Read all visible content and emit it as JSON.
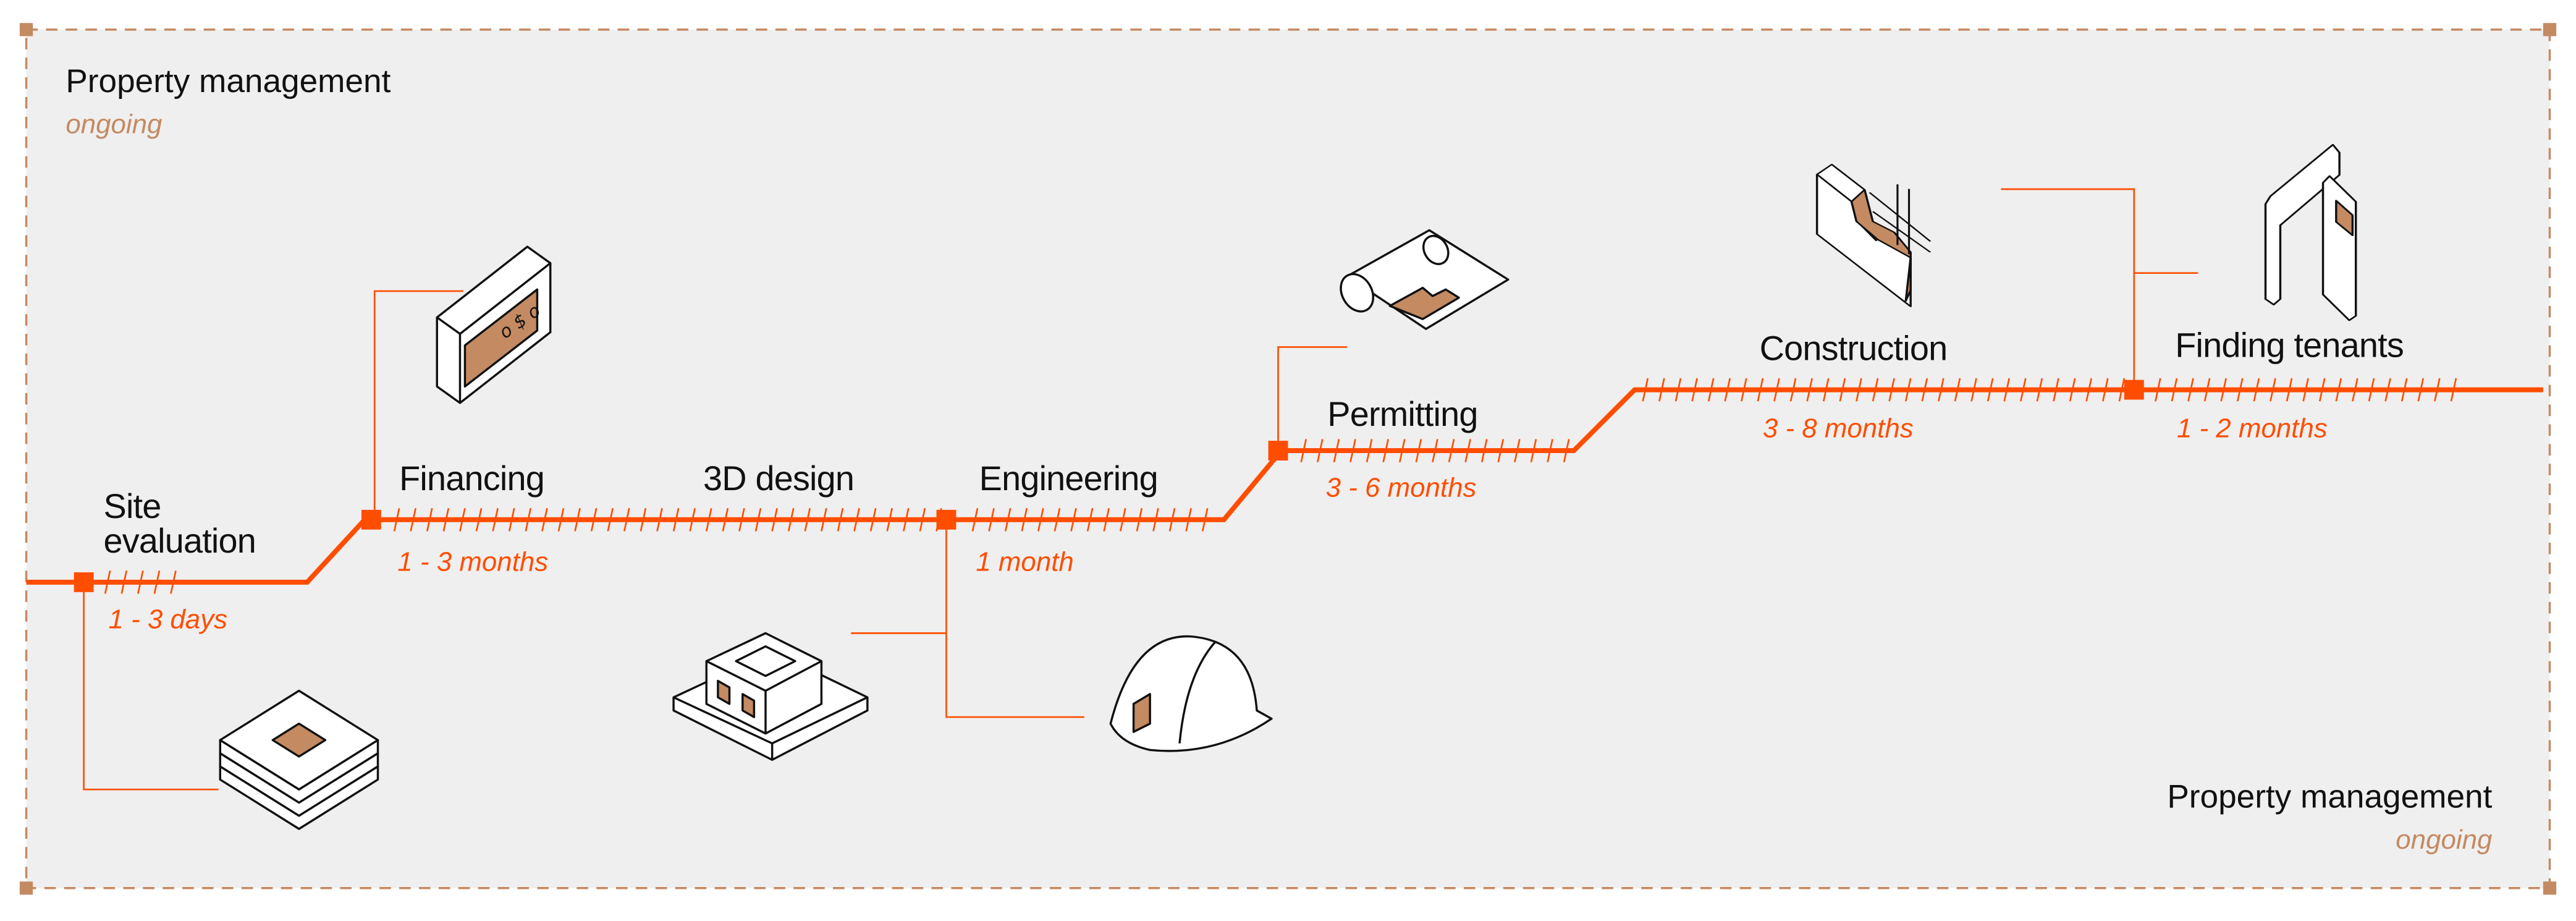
{
  "colors": {
    "accent": "#ff4d00",
    "border": "#c48a62",
    "background": "#efefef",
    "icon_fill": "#c48a62"
  },
  "property_management_top": {
    "title": "Property management",
    "status": "ongoing"
  },
  "property_management_bottom": {
    "title": "Property management",
    "status": "ongoing"
  },
  "stages": [
    {
      "name_line1": "Site",
      "name_line2": "evaluation",
      "duration": "1 - 3 days",
      "icon": "layered-foundation-icon"
    },
    {
      "name": "Financing",
      "duration": "1 - 3 months",
      "icon": "banknote-icon"
    },
    {
      "name": "3D design",
      "icon": "building-model-icon"
    },
    {
      "name": "Engineering",
      "duration": "1 month",
      "icon": "hard-hat-icon"
    },
    {
      "name": "Permitting",
      "duration": "3 - 6 months",
      "icon": "blueprint-roll-icon"
    },
    {
      "name": "Construction",
      "duration": "3 - 8 months",
      "icon": "wall-section-icon"
    },
    {
      "name": "Finding tenants",
      "duration": "1 - 2 months",
      "icon": "door-icon"
    }
  ]
}
